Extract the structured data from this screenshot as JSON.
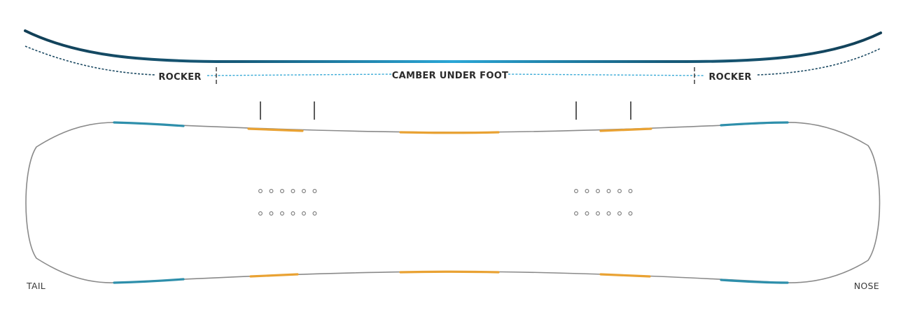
{
  "profile": {
    "left_zone_label": "ROCKER",
    "center_zone_label": "CAMBER UNDER FOOT",
    "right_zone_label": "ROCKER"
  },
  "board": {
    "tail_label": "TAIL",
    "nose_label": "NOSE",
    "insert_rows": 2,
    "inserts_per_row": 6,
    "binding_zones": 2
  },
  "colors": {
    "profile_dark": "#123f56",
    "profile_light": "#2aa6d6",
    "rocker_dashed": "#1c4a63",
    "camber_dashed": "#37a9d6",
    "outline": "#8a8a8a",
    "tip_accent": "#2e8fab",
    "edge_accent": "#e9a233",
    "insert": "#777777",
    "marker": "#333333",
    "text": "#2b2b2b"
  }
}
